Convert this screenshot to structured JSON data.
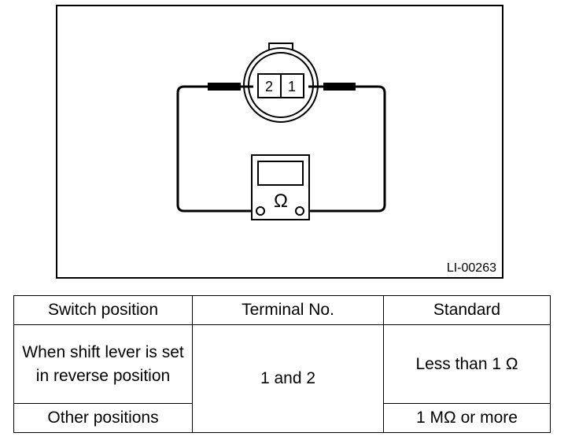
{
  "diagram": {
    "terminal_left": "2",
    "terminal_right": "1",
    "meter_symbol": "Ω",
    "figure_code": "LI-00263"
  },
  "table": {
    "headers": [
      "Switch position",
      "Terminal No.",
      "Standard"
    ],
    "rows": [
      {
        "position": "When shift lever is set in reverse position",
        "terminal": "1 and 2",
        "standard": "Less than 1 Ω"
      },
      {
        "position": "Other positions",
        "terminal": "1 and 2",
        "standard": "1 MΩ or more"
      }
    ]
  },
  "colors": {
    "line": "#000000",
    "background": "#ffffff"
  }
}
